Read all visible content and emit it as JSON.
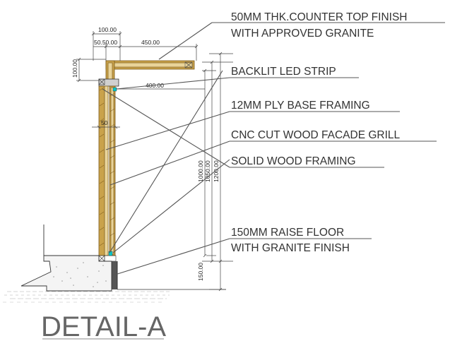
{
  "title": "DETAIL-A",
  "notes": [
    "50MM THK.COUNTER TOP FINISH",
    "WITH APPROVED GRANITE",
    "BACKLIT LED STRIP",
    "12MM PLY BASE FRAMING",
    "CNC CUT WOOD FACADE GRILL",
    "SOLID WOOD FRAMING",
    "150MM RAISE FLOOR",
    "WITH GRANITE FINISH"
  ],
  "dimensions": {
    "top_100": "100.00",
    "top_50_50": "50.50.00",
    "top_450": "450.00",
    "left_100": "100.00",
    "depth_400": "400.00",
    "width_50": "50",
    "h_1000": "1000.00",
    "h_1050": "1050.00",
    "h_1200": "1200.00",
    "h_150": "150.00"
  },
  "colors": {
    "line": "#333333",
    "wood": "#c9a24b",
    "ply": "#e9d49a",
    "led": "#00c8c8",
    "text": "#333333"
  }
}
